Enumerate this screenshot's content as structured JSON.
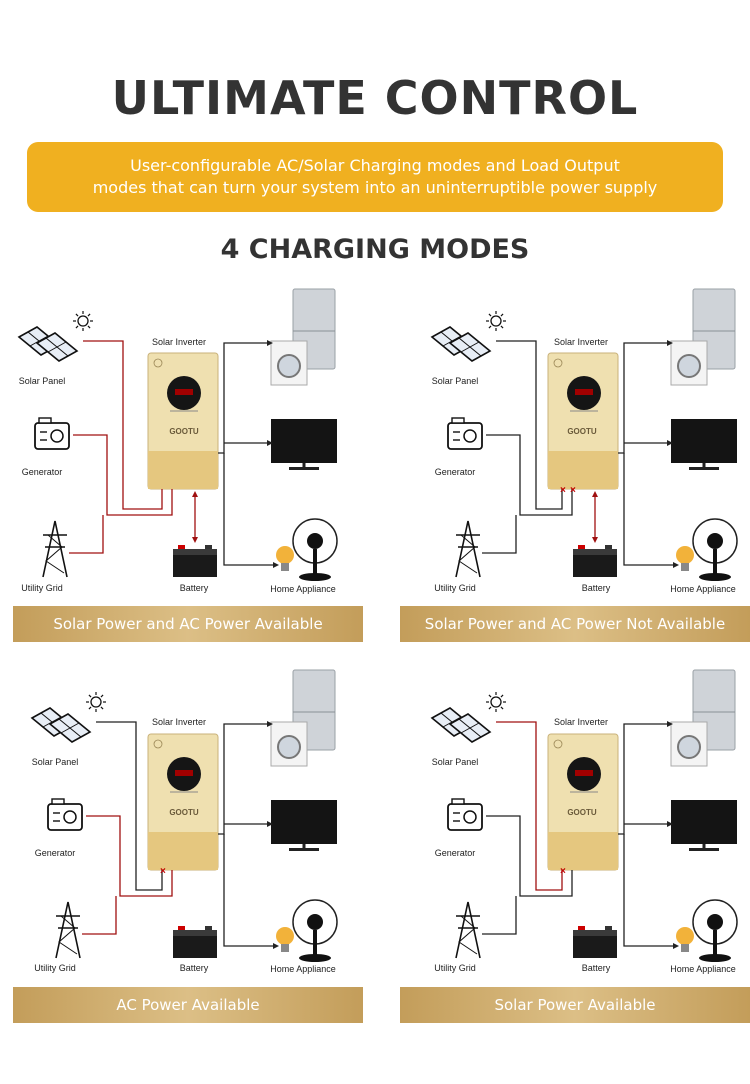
{
  "header": {
    "title": "ULTIMATE CONTROL",
    "banner_line1": "User-configurable AC/Solar Charging modes and Load Output",
    "banner_line2": "modes that can turn your system into an uninterruptible power supply",
    "subtitle": "4 CHARGING MODES"
  },
  "labels": {
    "solar_panel": "Solar Panel",
    "generator": "Generator",
    "utility_grid": "Utility Grid",
    "inverter": "Solar Inverter",
    "battery": "Battery",
    "home_appliance": "Home Appliance",
    "brand": "GOOTU"
  },
  "modes": [
    {
      "caption": "Solar Power and AC Power Available"
    },
    {
      "caption": "Solar Power and AC Power Not Available"
    },
    {
      "caption": "AC Power Available"
    },
    {
      "caption": "Solar Power Available"
    }
  ],
  "colors": {
    "accent": "#f0b020",
    "caption_gold": "#c39d5a",
    "line_red": "#a01010",
    "line_black": "#222222",
    "inverter_body": "#efe0b0"
  }
}
